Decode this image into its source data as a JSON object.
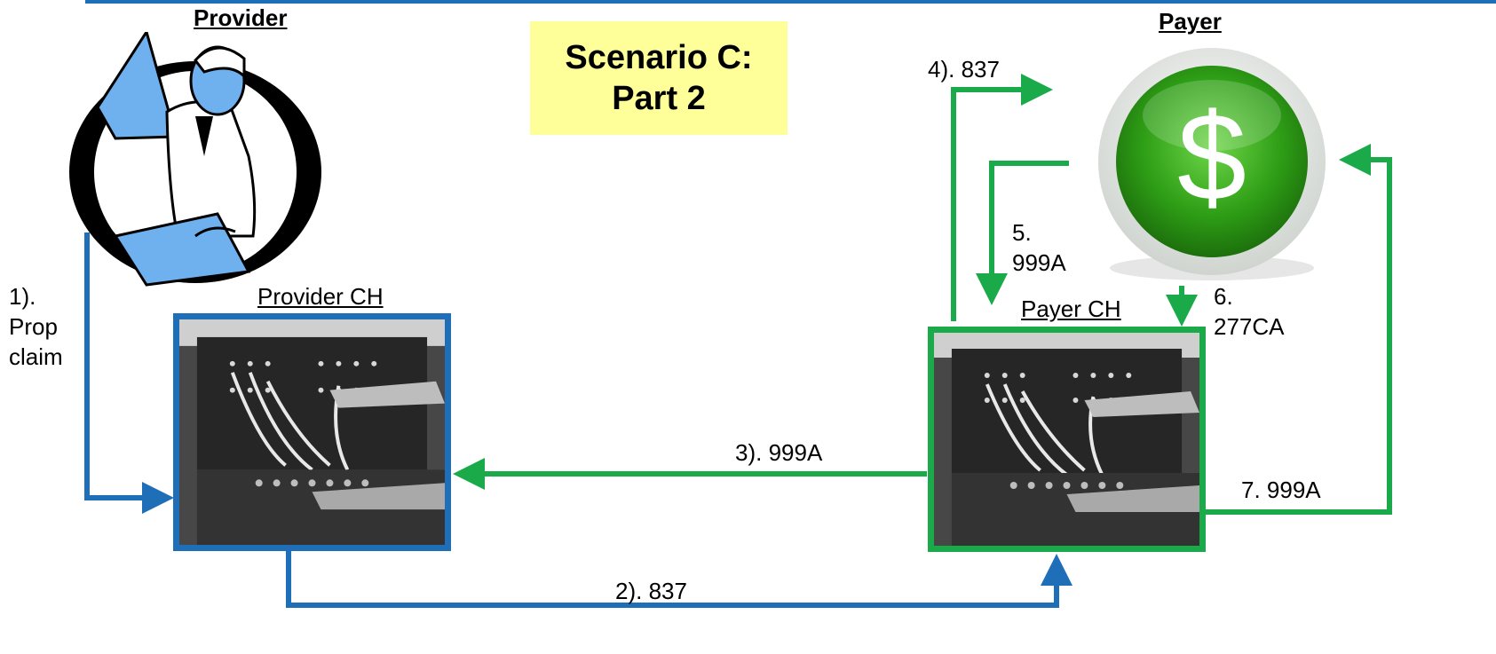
{
  "labels": {
    "provider": "Provider",
    "payer": "Payer",
    "provider_ch": "Provider CH",
    "payer_ch": "Payer CH",
    "scenario_line1": "Scenario C:",
    "scenario_line2": "Part 2"
  },
  "steps": {
    "s1_a": "1).",
    "s1_b": "Prop",
    "s1_c": "claim",
    "s2": "2). 837",
    "s3": "3). 999A",
    "s4": "4). 837",
    "s5_a": "5.",
    "s5_b": "999A",
    "s6_a": "6.",
    "s6_b": "277CA",
    "s7": "7. 999A"
  },
  "colors": {
    "provider_blue": "#1f6fb8",
    "payer_green": "#1aaa4a",
    "scenario_bg": "#ffff99"
  },
  "icons": {
    "provider": "doctor-with-laptop-icon",
    "payer": "dollar-sign-icon",
    "clearinghouse": "switchboard-photo"
  }
}
